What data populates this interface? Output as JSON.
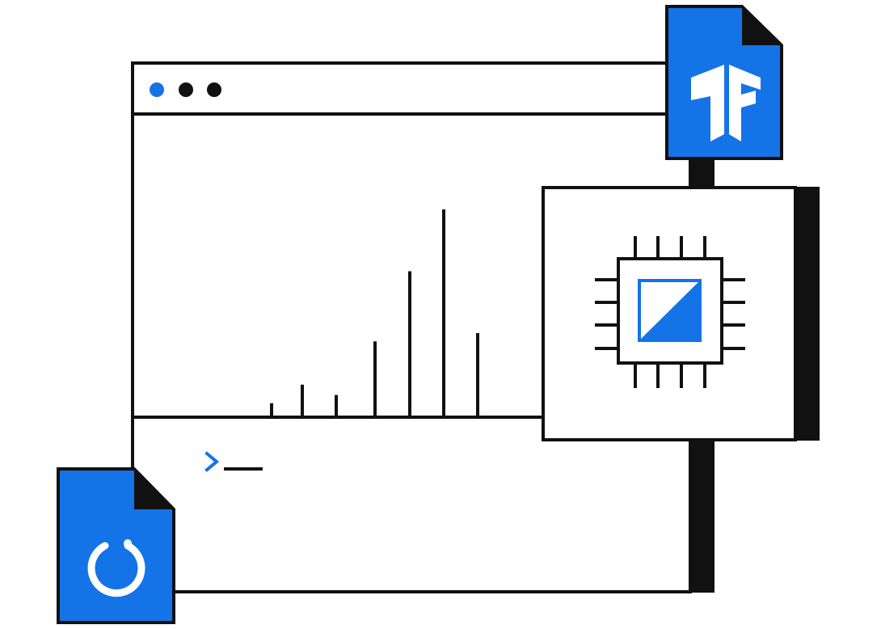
{
  "colors": {
    "accent": "#1473e6",
    "ink": "#111111",
    "background": "#ffffff",
    "icon_fill": "#ffffff"
  },
  "window": {
    "controls": [
      {
        "icon": "dot-icon",
        "color": "#1473e6"
      },
      {
        "icon": "dot-icon",
        "color": "#111111"
      },
      {
        "icon": "dot-icon",
        "color": "#111111"
      }
    ]
  },
  "histogram": {
    "bars": [
      0.06,
      0.15,
      0.1,
      0.36,
      0.7,
      1.0,
      0.4
    ]
  },
  "terminal": {
    "prompt_icon": "chevron-right-icon",
    "cursor_icon": "underscore-cursor-icon"
  },
  "files": [
    {
      "name": "tensorflow-file",
      "icon": "tensorflow-logo-icon"
    },
    {
      "name": "pytorch-file",
      "icon": "pytorch-logo-icon"
    }
  ],
  "processor": {
    "icon": "cpu-chip-icon"
  }
}
